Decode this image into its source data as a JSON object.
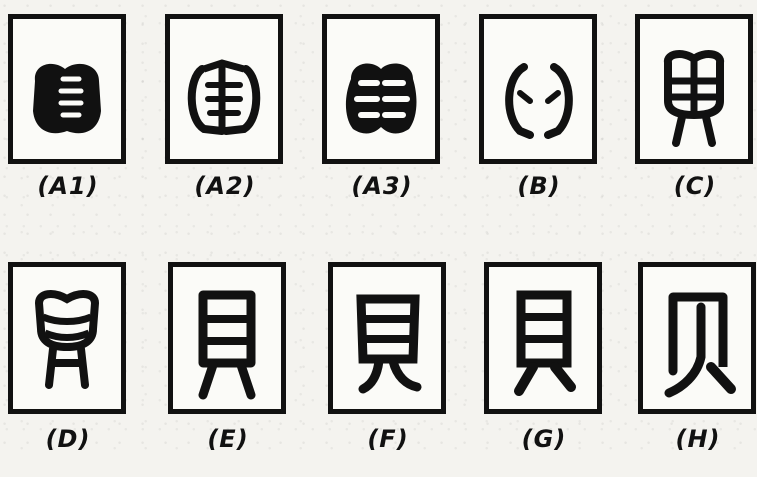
{
  "panels": [
    {
      "label": "(A1)",
      "glyph": "A1-shell-solid"
    },
    {
      "label": "(A2)",
      "glyph": "A2-shell-outline"
    },
    {
      "label": "(A3)",
      "glyph": "A3-shell-ribbed"
    },
    {
      "label": "(B)",
      "glyph": "B-shell-open"
    },
    {
      "label": "(C)",
      "glyph": "C-shell-legs"
    },
    {
      "label": "(D)",
      "glyph": "D-bronze-bei"
    },
    {
      "label": "(E)",
      "glyph": "E-seal-bei"
    },
    {
      "label": "(F)",
      "glyph": "F-clerical-bei"
    },
    {
      "label": "(G)",
      "glyph": "G-regular-bei"
    },
    {
      "label": "(H)",
      "glyph": "H-simplified-bei"
    }
  ]
}
